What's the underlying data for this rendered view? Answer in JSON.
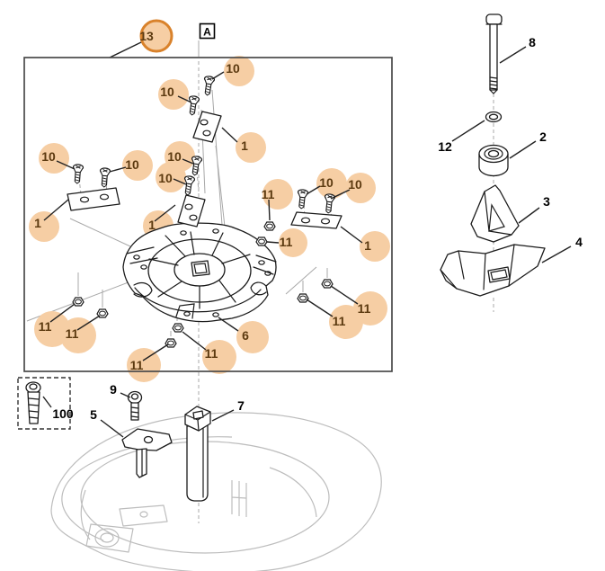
{
  "diagram": {
    "title_marker": "A",
    "labels": {
      "n1": "1",
      "n2": "2",
      "n3": "3",
      "n4": "4",
      "n5": "5",
      "n6": "6",
      "n7": "7",
      "n8": "8",
      "n9": "9",
      "n10": "10",
      "n11": "11",
      "n12": "12",
      "n13": "13",
      "n100": "100",
      "detail_a": "A"
    },
    "highlighted_callouts": [
      "1",
      "6",
      "10",
      "11",
      "13"
    ],
    "plain_callouts": [
      "2",
      "3",
      "4",
      "5",
      "7",
      "8",
      "9",
      "12",
      "100"
    ],
    "colors": {
      "highlight_fill": "#f6cea4",
      "highlight_ring": "#d9822b",
      "highlight_text": "#5c3a10",
      "plain_text": "#000000",
      "part_line": "#1a1a1a",
      "guide_line": "#a8a8a8",
      "deck_line": "#bdbdbd"
    }
  }
}
